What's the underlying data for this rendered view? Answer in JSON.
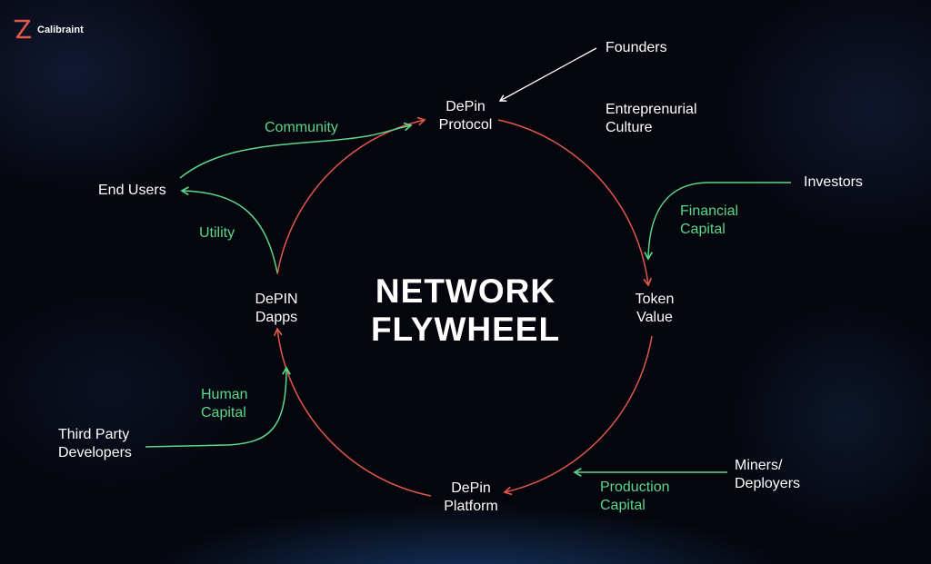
{
  "brand": {
    "name": "Calibraint",
    "logo_icon": "calibraint-logo-icon"
  },
  "title": "NETWORK\nFLYWHEEL",
  "colors": {
    "cycle": "#e0584c",
    "flow": "#5cd68a",
    "input": "#ffffff",
    "text": "#ffffff",
    "background": "#05060d"
  },
  "nodes": {
    "protocol": "DePin\nProtocol",
    "token": "Token\nValue",
    "platform": "DePin\nPlatform",
    "dapps": "DePIN\nDapps",
    "end_users": "End Users",
    "founders": "Founders",
    "culture": "Entreprenurial\nCulture",
    "investors": "Investors",
    "miners": "Miners/\nDeployers",
    "developers": "Third Party\nDevelopers"
  },
  "flows": {
    "community": "Community",
    "utility": "Utility",
    "financial": "Financial\nCapital",
    "production": "Production\nCapital",
    "human": "Human\nCapital"
  }
}
